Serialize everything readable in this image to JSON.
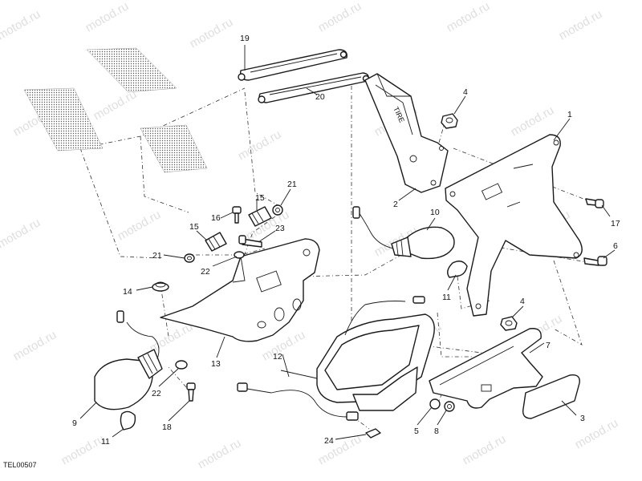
{
  "watermark": "motod.ru",
  "diagram_code": "TEL00507",
  "labels": {
    "l1": "1",
    "l2": "2",
    "l3": "3",
    "l4a": "4",
    "l4b": "4",
    "l5": "5",
    "l6": "6",
    "l7": "7",
    "l8": "8",
    "l9": "9",
    "l10": "10",
    "l11a": "11",
    "l11b": "11",
    "l12": "12",
    "l13": "13",
    "l14": "14",
    "l15a": "15",
    "l15b": "15",
    "l16": "16",
    "l17": "17",
    "l18": "18",
    "l19": "19",
    "l20": "20",
    "l21a": "21",
    "l21b": "21",
    "l22a": "22",
    "l22b": "22",
    "l23": "23",
    "l24": "24"
  }
}
